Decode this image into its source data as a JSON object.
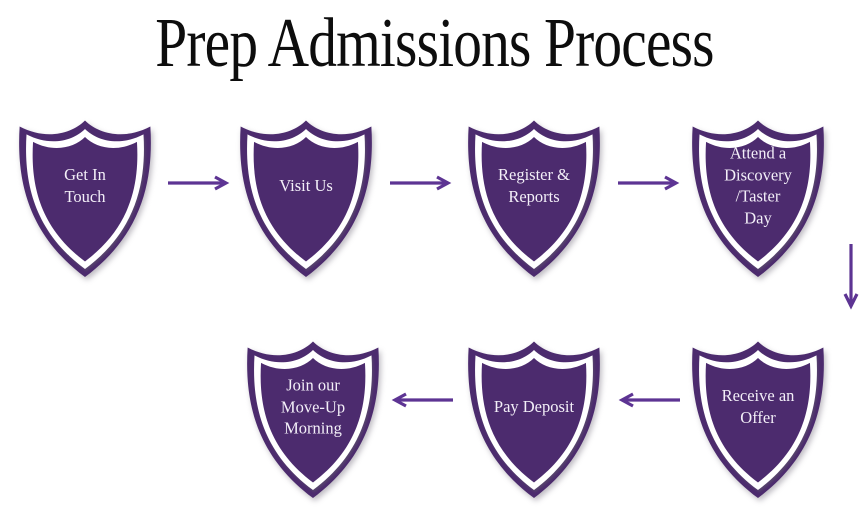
{
  "title": "Prep Admissions Process",
  "colors": {
    "background": "#ffffff",
    "title_text": "#0d0d0d",
    "shield": "#4c2b6e",
    "shield_text": "#f3eff8",
    "arrow": "#5d3493"
  },
  "steps": [
    {
      "id": "get-in-touch",
      "label": "Get In\nTouch"
    },
    {
      "id": "visit-us",
      "label": "Visit Us"
    },
    {
      "id": "register-reports",
      "label": "Register &\nReports"
    },
    {
      "id": "attend-discovery-taster",
      "label": "Attend a\nDiscovery\n/Taster\nDay"
    },
    {
      "id": "receive-an-offer",
      "label": "Receive an\nOffer"
    },
    {
      "id": "pay-deposit",
      "label": "Pay Deposit"
    },
    {
      "id": "join-move-up-morning",
      "label": "Join our\nMove-Up\nMorning"
    }
  ],
  "arrows": [
    {
      "from": "get-in-touch",
      "to": "visit-us",
      "direction": "right"
    },
    {
      "from": "visit-us",
      "to": "register-reports",
      "direction": "right"
    },
    {
      "from": "register-reports",
      "to": "attend-discovery-taster",
      "direction": "right"
    },
    {
      "from": "attend-discovery-taster",
      "to": "receive-an-offer",
      "direction": "down"
    },
    {
      "from": "receive-an-offer",
      "to": "pay-deposit",
      "direction": "left"
    },
    {
      "from": "pay-deposit",
      "to": "join-move-up-morning",
      "direction": "left"
    }
  ]
}
